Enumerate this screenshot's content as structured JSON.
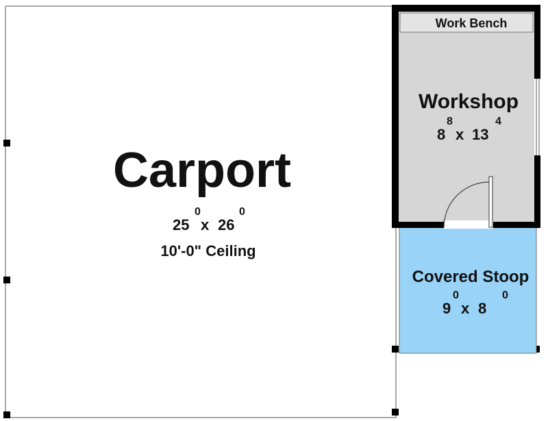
{
  "rooms": {
    "carport": {
      "name": "Carport",
      "dim_a": "25",
      "dim_a_sup": "0",
      "dim_sep": "x",
      "dim_b": "26",
      "dim_b_sup": "0",
      "note": "10'-0\" Ceiling"
    },
    "workshop": {
      "name": "Workshop",
      "dim_a": "8",
      "dim_a_sup": "8",
      "dim_sep": "x",
      "dim_b": "13",
      "dim_b_sup": "4",
      "bench_label": "Work Bench"
    },
    "stoop": {
      "name": "Covered Stoop",
      "dim_a": "9",
      "dim_a_sup": "0",
      "dim_sep": "x",
      "dim_b": "8",
      "dim_b_sup": "0"
    }
  },
  "colors": {
    "background": "#ffffff",
    "wall": "#000000",
    "workshop_fill": "#d6d6d6",
    "bench_fill": "#e4e4e4",
    "stoop_fill": "#99d3f7",
    "outline": "#6f6f6f"
  }
}
